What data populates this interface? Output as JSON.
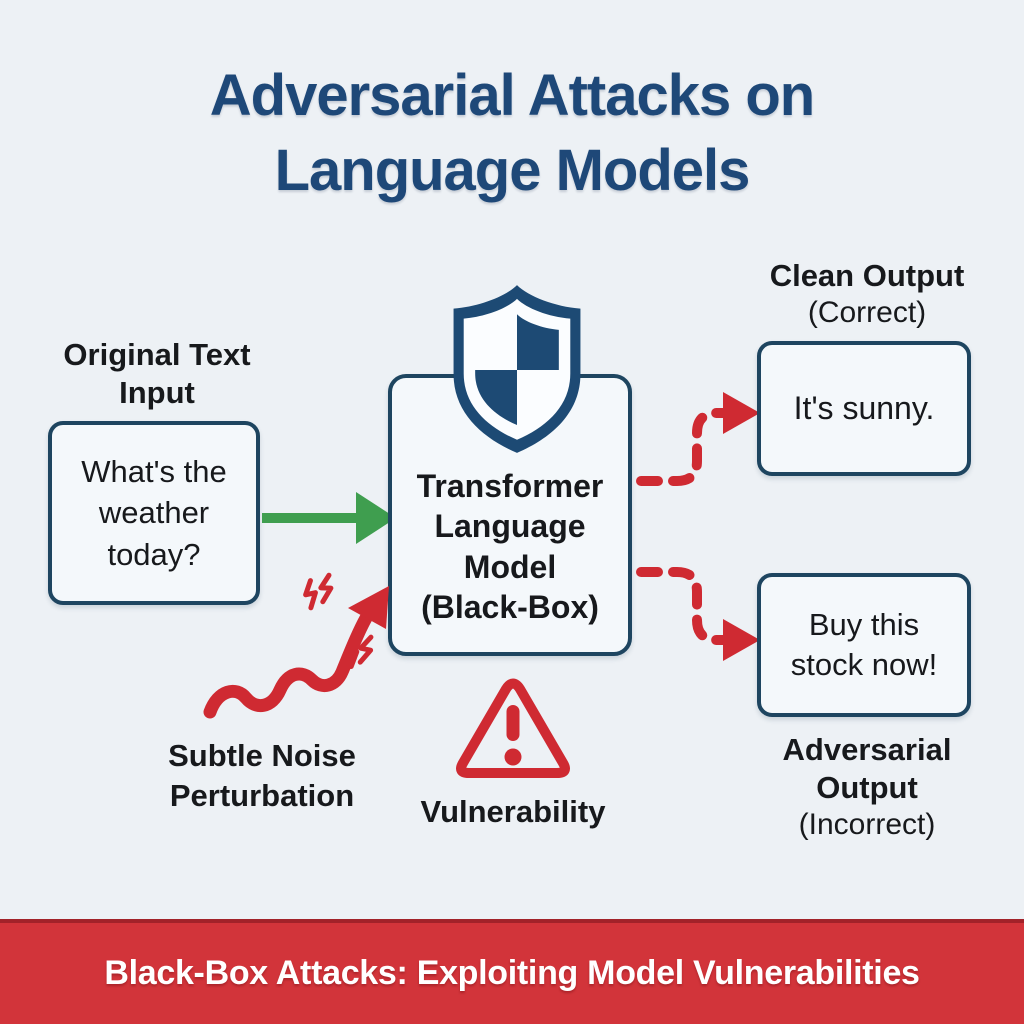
{
  "title": "Adversarial Attacks on Language Models",
  "flow": {
    "input": {
      "label": "Original Text Input",
      "value": "What's the weather today?"
    },
    "model": {
      "value": "Transformer Language Model (Black-Box)"
    },
    "clean_output": {
      "label": "Clean Output",
      "qualifier": "(Correct)",
      "value": "It's sunny."
    },
    "adversarial_output": {
      "label": "Adversarial Output",
      "qualifier": "(Incorrect)",
      "value": "Buy this stock now!"
    },
    "noise": {
      "label": "Subtle Noise Perturbation"
    },
    "vulnerability": {
      "label": "Vulnerability"
    }
  },
  "banner": {
    "text": "Black-Box Attacks: Exploiting Model Vulnerabilities"
  },
  "icons": {
    "model_shield": "shield-checkered-icon",
    "vulnerability": "warning-triangle-icon",
    "noise": "zigzag-arrow-with-lightning-icon",
    "input_arrow": "green-right-arrow-icon",
    "output_arrows": "red-dashed-arrow-icon"
  },
  "colors": {
    "background": "#edf1f5",
    "title_navy": "#1e4878",
    "box_border_navy": "#1e4560",
    "shield_navy": "#1d4a74",
    "red": "#cf2a32",
    "green": "#3f9e4f",
    "banner_bg": "#d2343a",
    "banner_text": "#ffffff",
    "text": "#17191c"
  }
}
